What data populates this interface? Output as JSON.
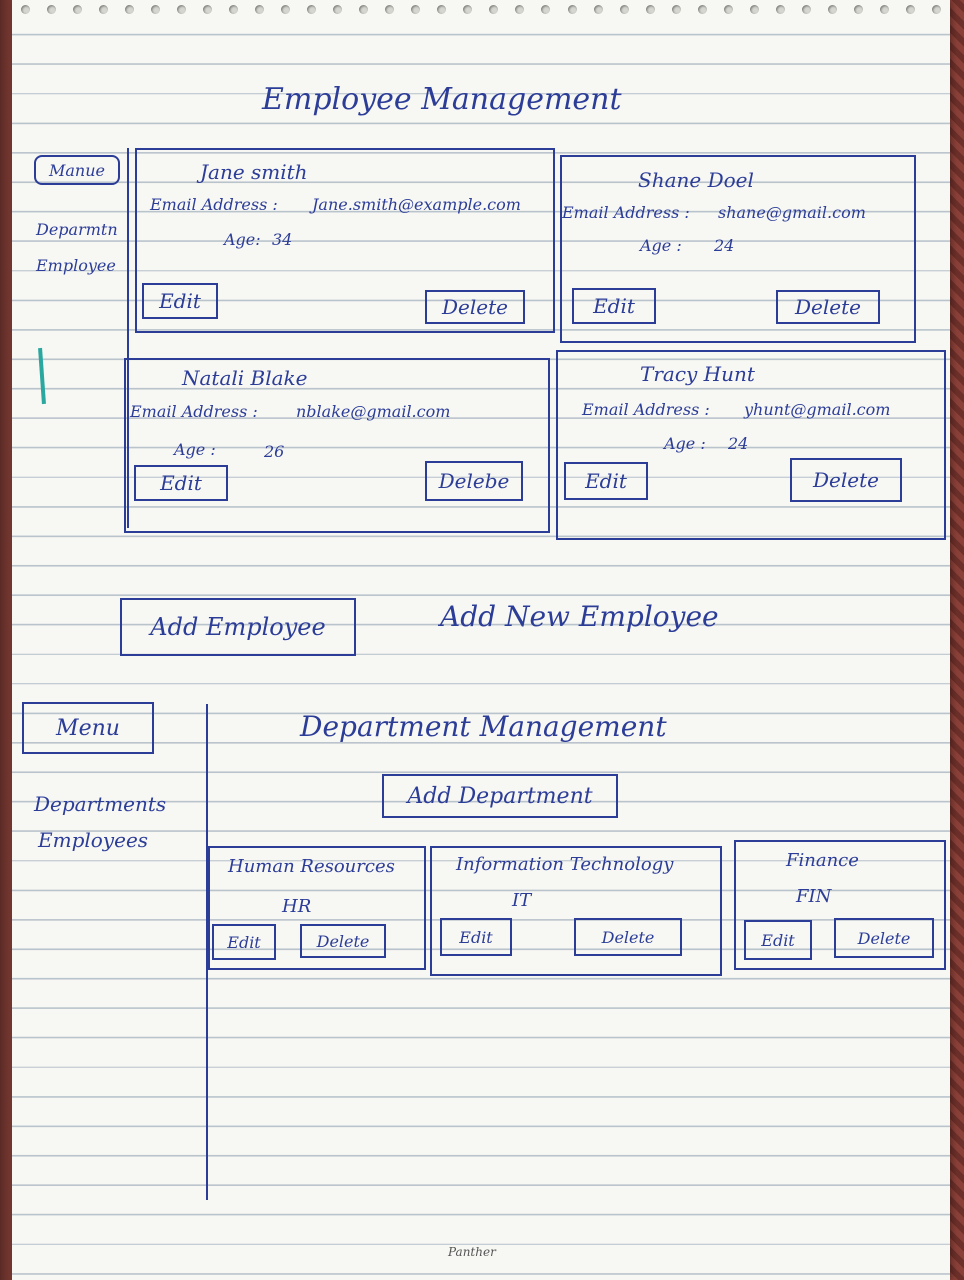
{
  "employee_screen": {
    "title": "Employee Management",
    "sidebar": {
      "menu_label": "Manue",
      "items": [
        "Deparmtn",
        "Employee"
      ]
    },
    "employees": [
      {
        "name": "Jane smith",
        "email_label": "Email Address :",
        "email": "Jane.smith@example.com",
        "age_label": "Age:",
        "age": "34",
        "edit_label": "Edit",
        "delete_label": "Delete"
      },
      {
        "name": "Shane Doel",
        "email_label": "Email Address :",
        "email": "shane@gmail.com",
        "age_label": "Age :",
        "age": "24",
        "edit_label": "Edit",
        "delete_label": "Delete"
      },
      {
        "name": "Natali Blake",
        "email_label": "Email Address :",
        "email": "nblake@gmail.com",
        "age_label": "Age :",
        "age": "26",
        "edit_label": "Edit",
        "delete_label": "Delebe"
      },
      {
        "name": "Tracy Hunt",
        "email_label": "Email Address :",
        "email": "yhunt@gmail.com",
        "age_label": "Age :",
        "age": "24",
        "edit_label": "Edit",
        "delete_label": "Delete"
      }
    ],
    "add_employee_button": "Add Employee",
    "add_new_employee_label": "Add New Employee"
  },
  "department_screen": {
    "title": "Department Management",
    "sidebar": {
      "menu_label": "Menu",
      "items": [
        "Departments",
        "Employees"
      ]
    },
    "add_department_button": "Add Department",
    "departments": [
      {
        "name": "Human Resources",
        "code": "HR",
        "edit_label": "Edit",
        "delete_label": "Delete"
      },
      {
        "name": "Information Technology",
        "code": "IT",
        "edit_label": "Edit",
        "delete_label": "Delete"
      },
      {
        "name": "Finance",
        "code": "FIN",
        "edit_label": "Edit",
        "delete_label": "Delete"
      }
    ]
  },
  "colors": {
    "ink": "#2c3d98",
    "paper": "#f7f7f3",
    "rule_lines": "#b9c3cc"
  },
  "footer_logo": "Panther"
}
